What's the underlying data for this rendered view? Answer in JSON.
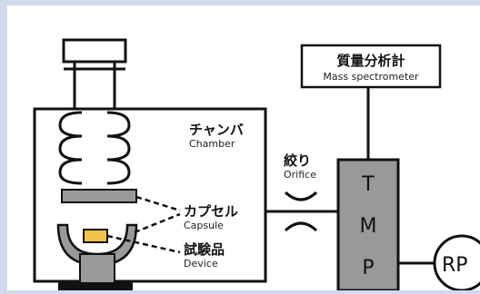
{
  "colors": {
    "background": "#cfdaea",
    "panel": "#ffffff",
    "line": "#111111",
    "tmp_fill": "#999999",
    "device_fill": "#f2c24a",
    "plate_fill": "#9a9a9a"
  },
  "labels": {
    "mass_spec_jp": "質量分析計",
    "mass_spec_en": "Mass spectrometer",
    "chamber_jp": "チャンバ",
    "chamber_en": "Chamber",
    "orifice_jp": "絞り",
    "orifice_en": "Orifice",
    "capsule_jp": "カプセル",
    "capsule_en": "Capsule",
    "device_jp": "試験品",
    "device_en": "Device",
    "tmp_letters": [
      "T",
      "M",
      "P"
    ],
    "rp": "RP"
  }
}
